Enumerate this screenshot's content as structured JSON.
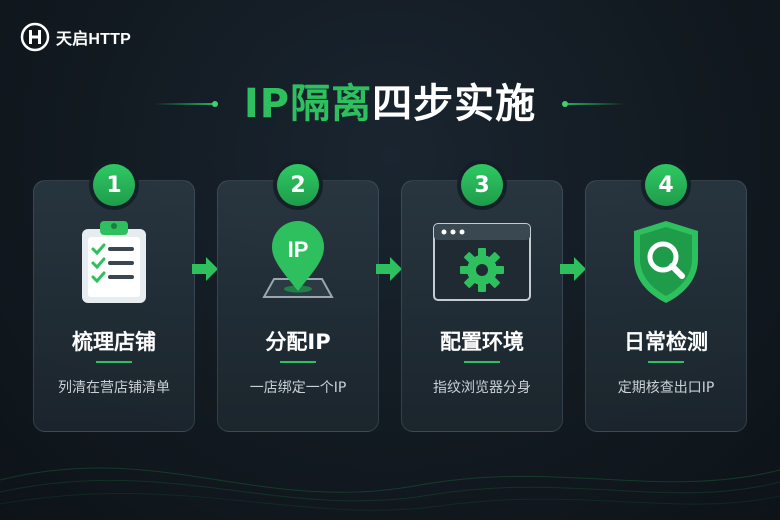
{
  "brand": {
    "name": "天启HTTP"
  },
  "title": {
    "highlight": "IP隔离",
    "rest": "四步实施"
  },
  "steps": [
    {
      "number": "1",
      "name": "梳理店铺",
      "desc": "列清在营店铺清单",
      "icon": "clipboard-checklist-icon"
    },
    {
      "number": "2",
      "name": "分配IP",
      "desc": "一店绑定一个IP",
      "icon": "ip-location-pin-icon",
      "icon_text": "IP"
    },
    {
      "number": "3",
      "name": "配置环境",
      "desc": "指纹浏览器分身",
      "icon": "browser-gear-icon"
    },
    {
      "number": "4",
      "name": "日常检测",
      "desc": "定期核查出口IP",
      "icon": "shield-search-icon"
    }
  ],
  "colors": {
    "accent": "#2ec05e",
    "background": "#121a21",
    "card": "#243039"
  }
}
